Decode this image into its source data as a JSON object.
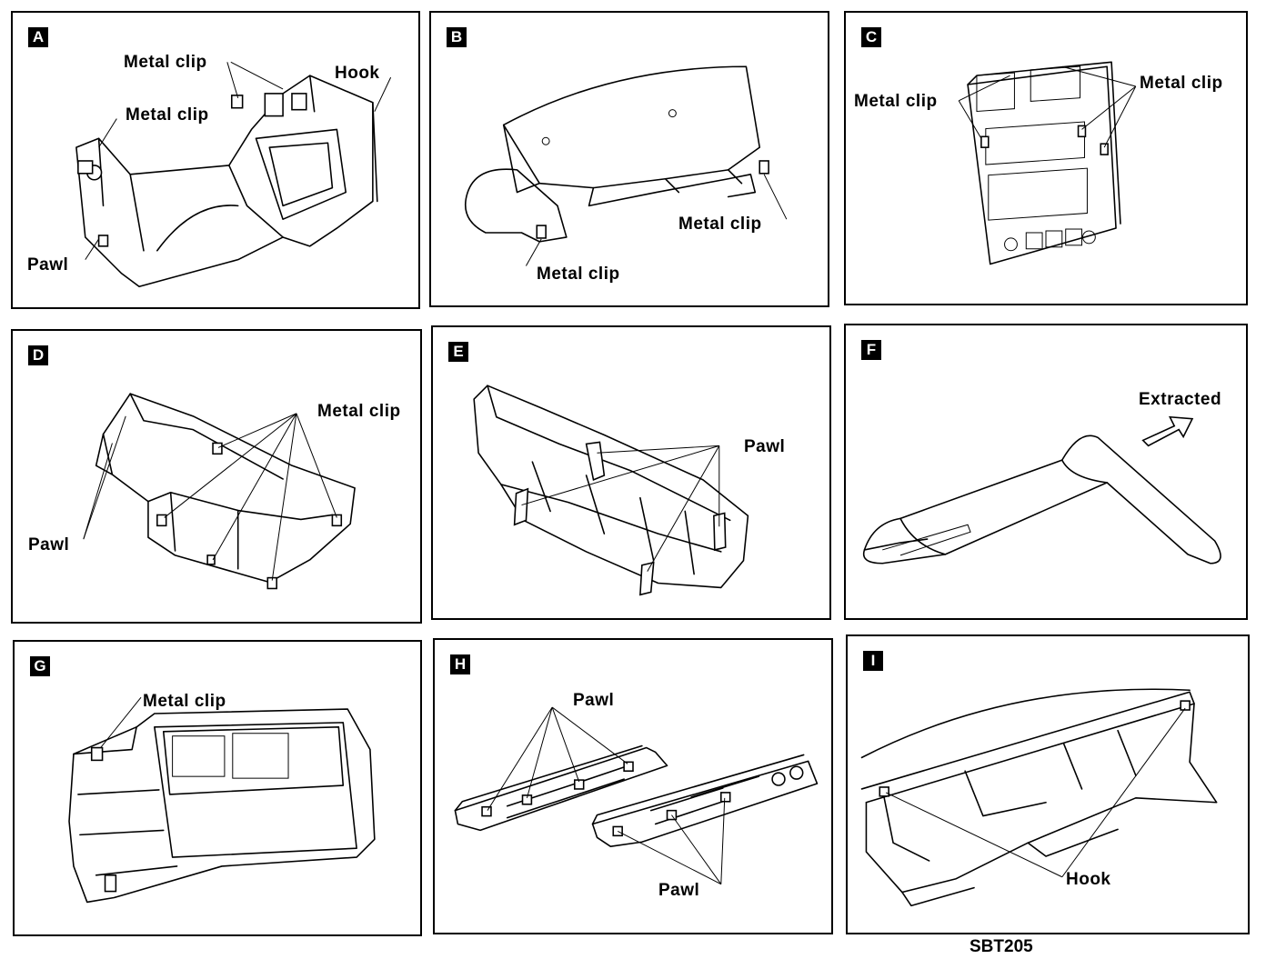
{
  "panels": {
    "A": {
      "letter": "A",
      "labels": {
        "metal_clip_1": "Metal clip",
        "metal_clip_2": "Metal clip",
        "hook": "Hook",
        "pawl": "Pawl"
      }
    },
    "B": {
      "letter": "B",
      "labels": {
        "metal_clip_1": "Metal clip",
        "metal_clip_2": "Metal clip"
      }
    },
    "C": {
      "letter": "C",
      "labels": {
        "metal_clip_1": "Metal clip",
        "metal_clip_2": "Metal clip"
      }
    },
    "D": {
      "letter": "D",
      "labels": {
        "metal_clip": "Metal clip",
        "pawl": "Pawl"
      }
    },
    "E": {
      "letter": "E",
      "labels": {
        "pawl": "Pawl"
      }
    },
    "F": {
      "letter": "F",
      "labels": {
        "extracted": "Extracted"
      }
    },
    "G": {
      "letter": "G",
      "labels": {
        "metal_clip": "Metal clip"
      }
    },
    "H": {
      "letter": "H",
      "labels": {
        "pawl_1": "Pawl",
        "pawl_2": "Pawl"
      }
    },
    "I": {
      "letter": "I",
      "labels": {
        "hook": "Hook"
      }
    }
  },
  "figure_code": "SBT205"
}
